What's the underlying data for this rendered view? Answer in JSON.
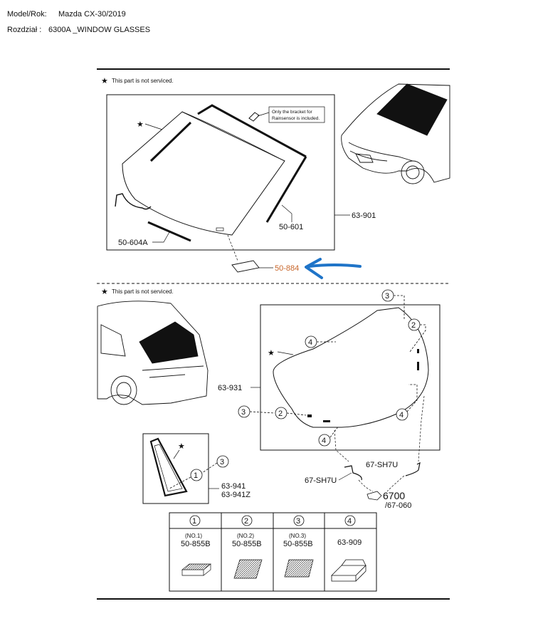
{
  "header": {
    "model_key": "Model/Rok:",
    "model_value": "Mazda CX-30/2019",
    "section_key": "Rozdział :",
    "section_value": "6300A  _WINDOW GLASSES"
  },
  "notes": {
    "top_not_serviced": "This part is not serviced.",
    "bottom_not_serviced": "This part is not serviced.",
    "bracket_note_line1": "Only the bracket for",
    "bracket_note_line2": "Rainsensor is included."
  },
  "front_section": {
    "labels": {
      "molding": "50-601",
      "molding_a": "50-604A",
      "windshield": "63-901",
      "bracket": "50-884"
    }
  },
  "rear_section": {
    "labels": {
      "liftgate_glass": "63-931",
      "quarter_glass_1": "63-941",
      "quarter_glass_2": "63-941Z",
      "harness_left": "67-SH7U",
      "harness_right": "67-SH7U",
      "ref_group": "6700",
      "ref_sub": "/67-060"
    },
    "callouts": [
      "1",
      "2",
      "3",
      "4"
    ]
  },
  "legend": {
    "items": [
      {
        "num": "1",
        "sub": "(NO.1)",
        "part": "50-855B"
      },
      {
        "num": "2",
        "sub": "(NO.2)",
        "part": "50-855B"
      },
      {
        "num": "3",
        "sub": "(NO.3)",
        "part": "50-855B"
      },
      {
        "num": "4",
        "sub": "",
        "part": "63-909"
      }
    ]
  },
  "colors": {
    "highlight_arrow": "#1f74c8",
    "highlight_label": "#c8662b",
    "line": "#111111"
  }
}
